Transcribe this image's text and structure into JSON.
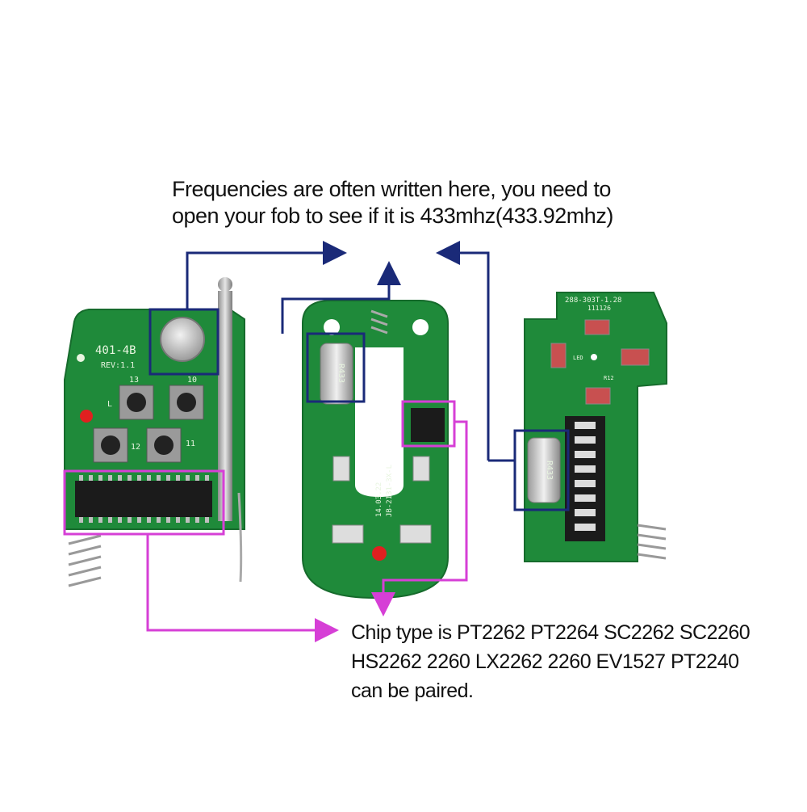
{
  "captions": {
    "frequency": {
      "line1": "Frequencies are often written here, you need to",
      "line2": "open your fob to see if it is 433mhz(433.92mhz)"
    },
    "chip": {
      "line1": "Chip type is PT2262 PT2264 SC2262 SC2260",
      "line2": "HS2262 2260 LX2262 2260 EV1527 PT2240",
      "line3": "can be paired."
    }
  },
  "boards": {
    "left": {
      "model_label": "401-4B",
      "rev_label": "REV:1.1",
      "button_labels": [
        "13",
        "10",
        "12",
        "11"
      ],
      "led_label": "L"
    },
    "middle": {
      "crystal_label": "R433",
      "board_code": "JB-2131-3X-L",
      "date_code": "14.03.22"
    },
    "right": {
      "board_code": "288-303T-1.28",
      "date_code": "111126",
      "led_label": "LED",
      "resistor_label": "R12",
      "crystal_label": "R433"
    }
  },
  "colors": {
    "pcb_green": "#1f8a3a",
    "frequency_callout": "#1a2a78",
    "chip_callout": "#d63fd6"
  }
}
